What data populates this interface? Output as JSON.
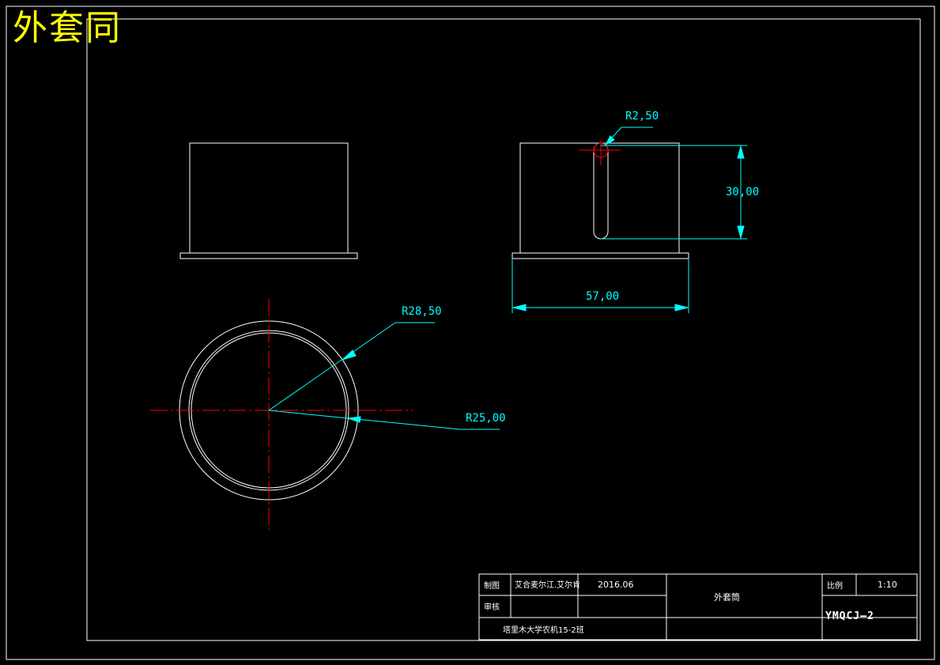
{
  "overlay_title": "外套同",
  "colors": {
    "background": "#000000",
    "outline": "#ffffff",
    "dimension": "#00ffff",
    "centerline": "#ff0000",
    "title": "#ffff00"
  },
  "dimensions": {
    "slot_radius": "R2,50",
    "slot_length": "30,00",
    "overall_width": "57,00",
    "outer_radius": "R28,50",
    "inner_radius": "R25,00"
  },
  "title_block": {
    "drawn_label": "制图",
    "drawn_name": "艾合麦尔江.艾尔肯",
    "date": "2016.06",
    "checked_label": "审核",
    "part_name": "外套筒",
    "scale_label": "比例",
    "scale_value": "1:10",
    "school": "塔里木大学农机15-2班",
    "drawing_code": "YMQCJ—2"
  }
}
